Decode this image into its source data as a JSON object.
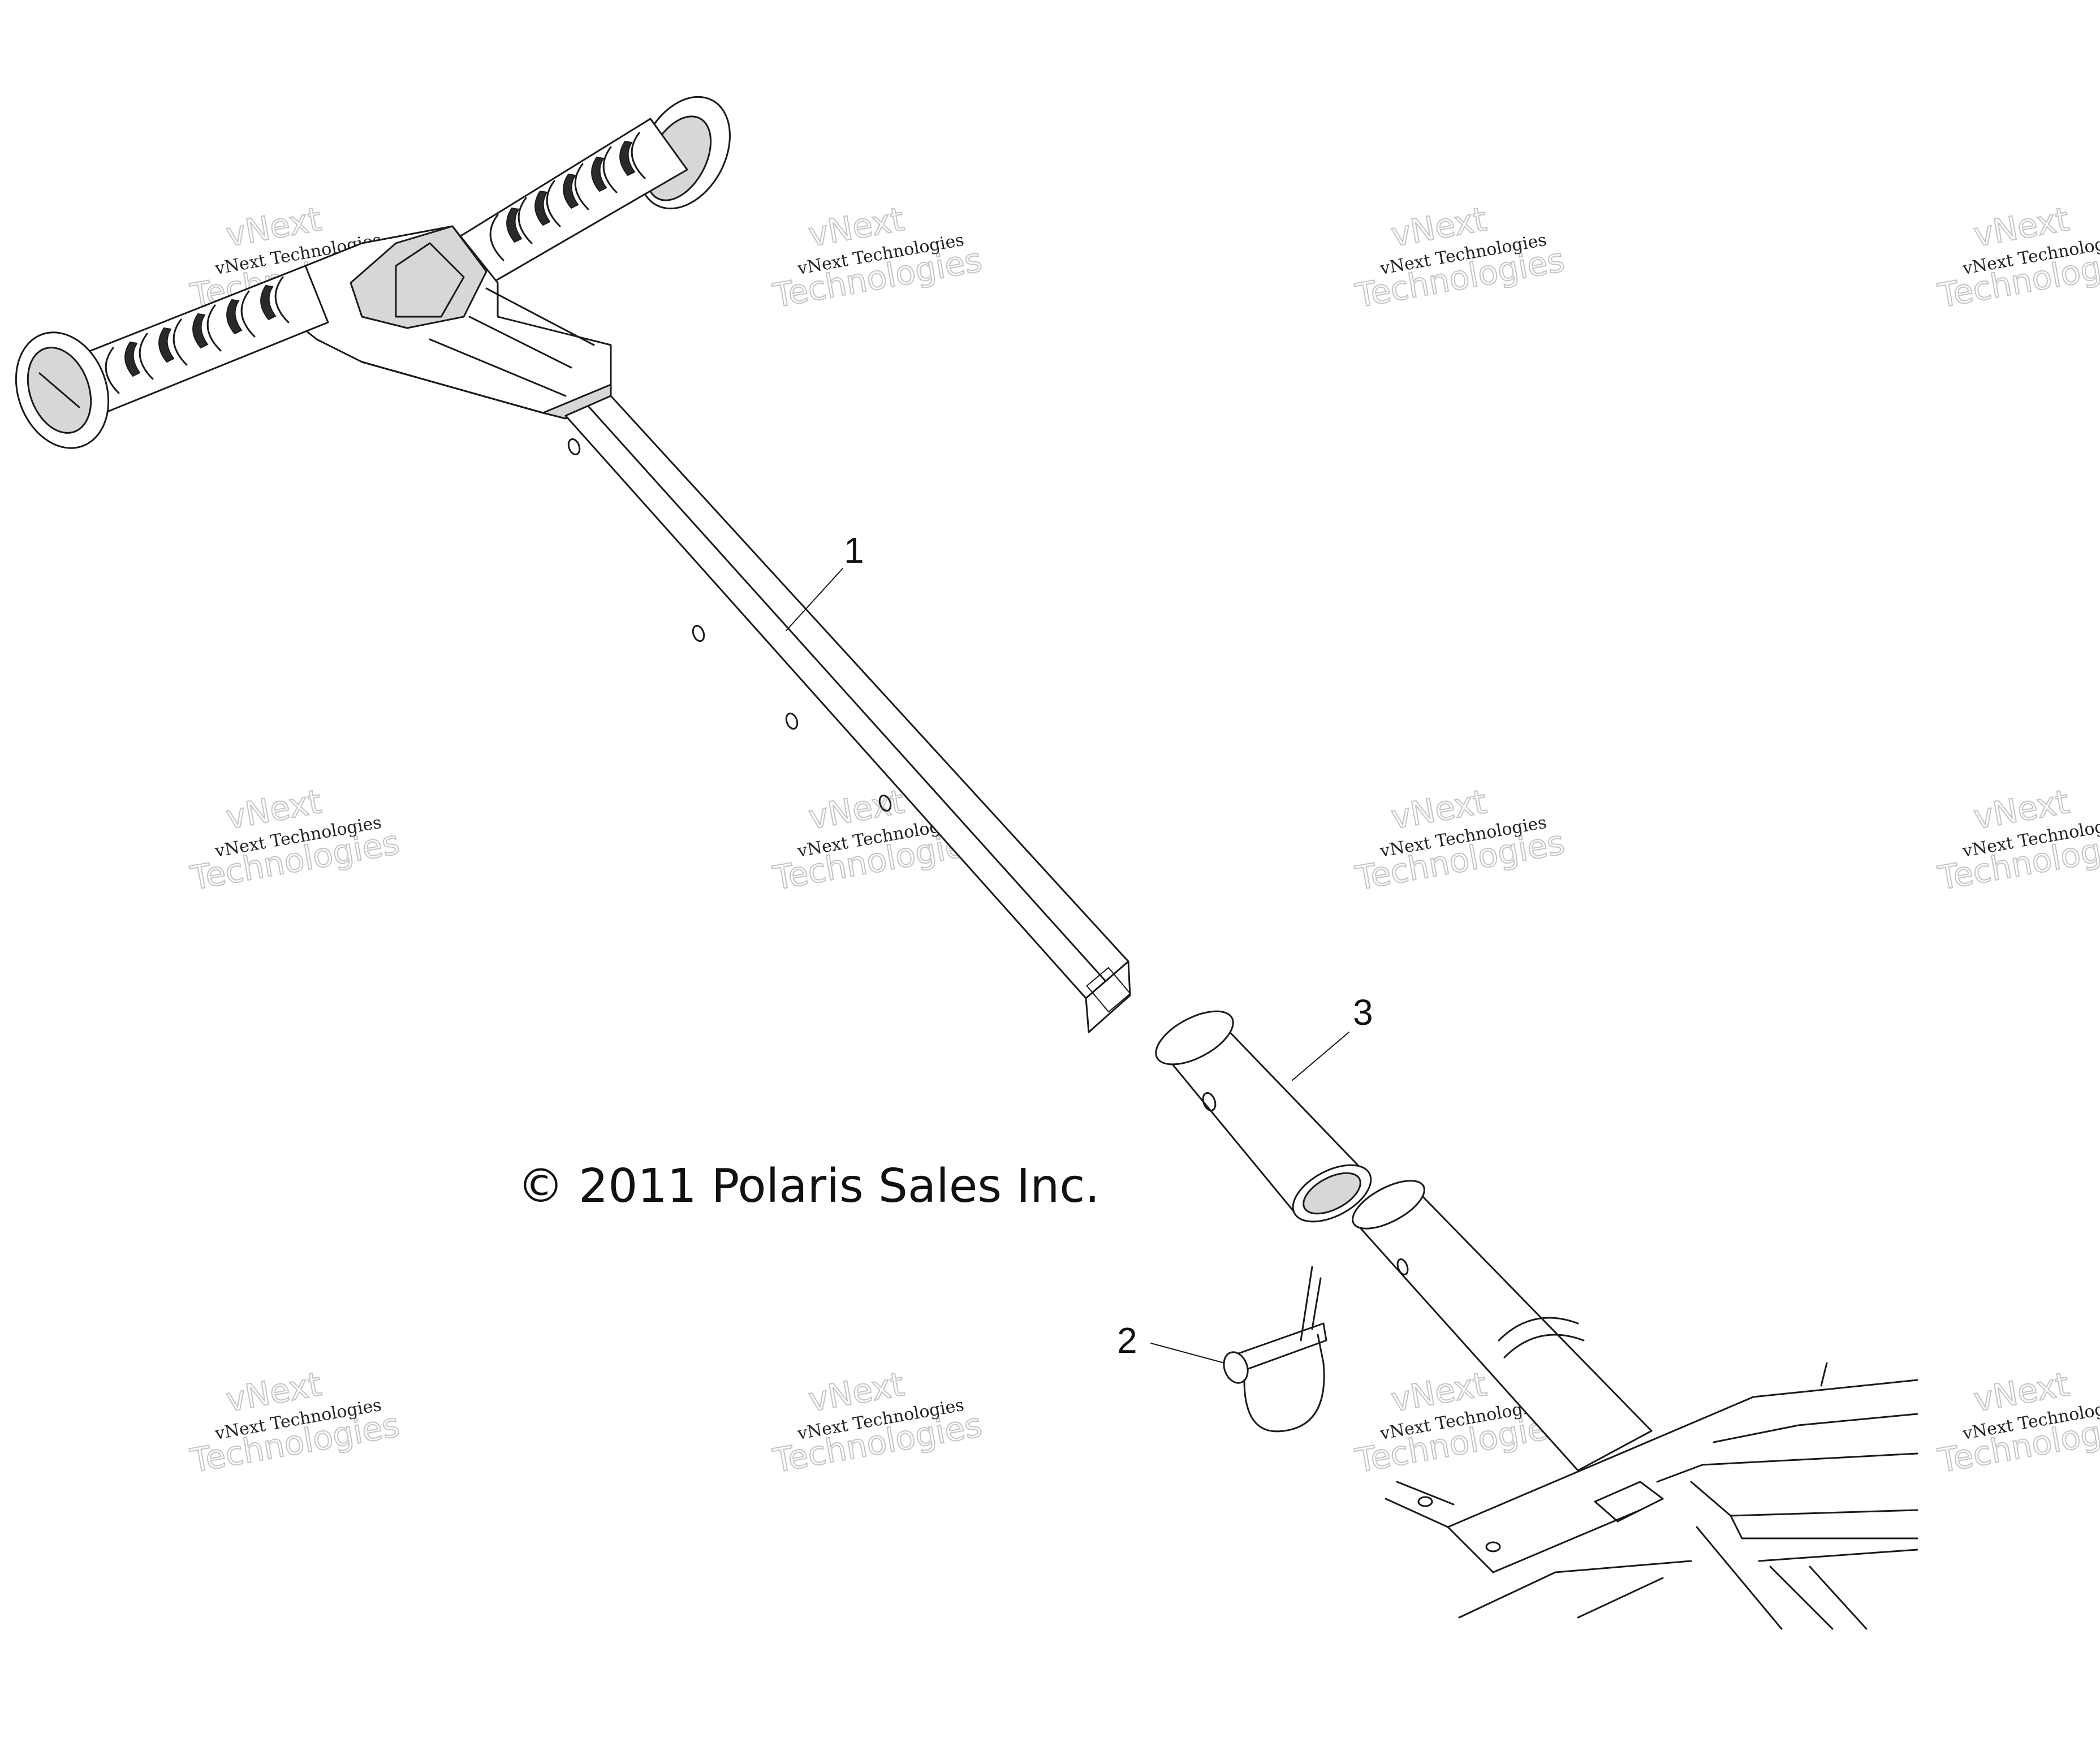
{
  "callouts": [
    {
      "number": "1",
      "part": "handle-assembly"
    },
    {
      "number": "2",
      "part": "lynch-pin"
    },
    {
      "number": "3",
      "part": "bushing"
    }
  ],
  "copyright": "© 2011 Polaris Sales Inc.",
  "watermark": {
    "line1": "vNext Technologies",
    "line2": "vNext",
    "line3": "Technologies"
  },
  "colors": {
    "ink": "#1a1a1a",
    "watermark": "#c4c4c4",
    "background": "#ffffff"
  }
}
